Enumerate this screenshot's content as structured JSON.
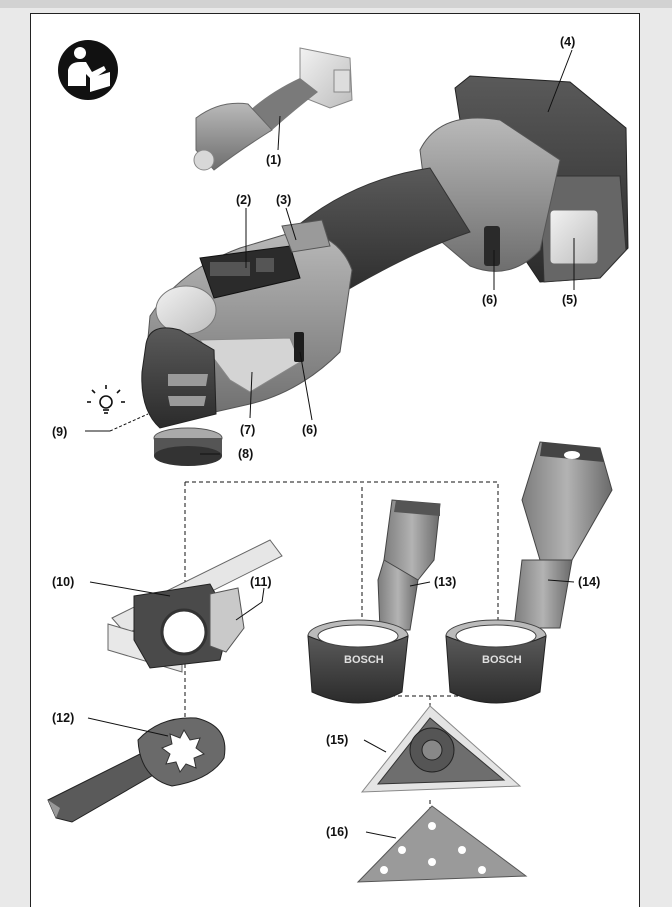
{
  "callouts": {
    "c1": "(1)",
    "c2": "(2)",
    "c3": "(3)",
    "c4": "(4)",
    "c5": "(5)",
    "c6a": "(6)",
    "c6b": "(6)",
    "c7": "(7)",
    "c8": "(8)",
    "c9": "(9)",
    "c10": "(10)",
    "c11": "(11)",
    "c12": "(12)",
    "c13": "(13)",
    "c14": "(14)",
    "c15": "(15)",
    "c16": "(16)"
  },
  "brand": {
    "adapter_left": "BOSCH",
    "adapter_right": "BOSCH"
  },
  "icons": {
    "manual": "read-manual-icon",
    "light": "work-light-icon"
  },
  "colors": {
    "tool_body": "#8e8e8e",
    "tool_dark": "#3e3e3e",
    "accent_light": "#cfcfcf",
    "leader": "#111111"
  }
}
